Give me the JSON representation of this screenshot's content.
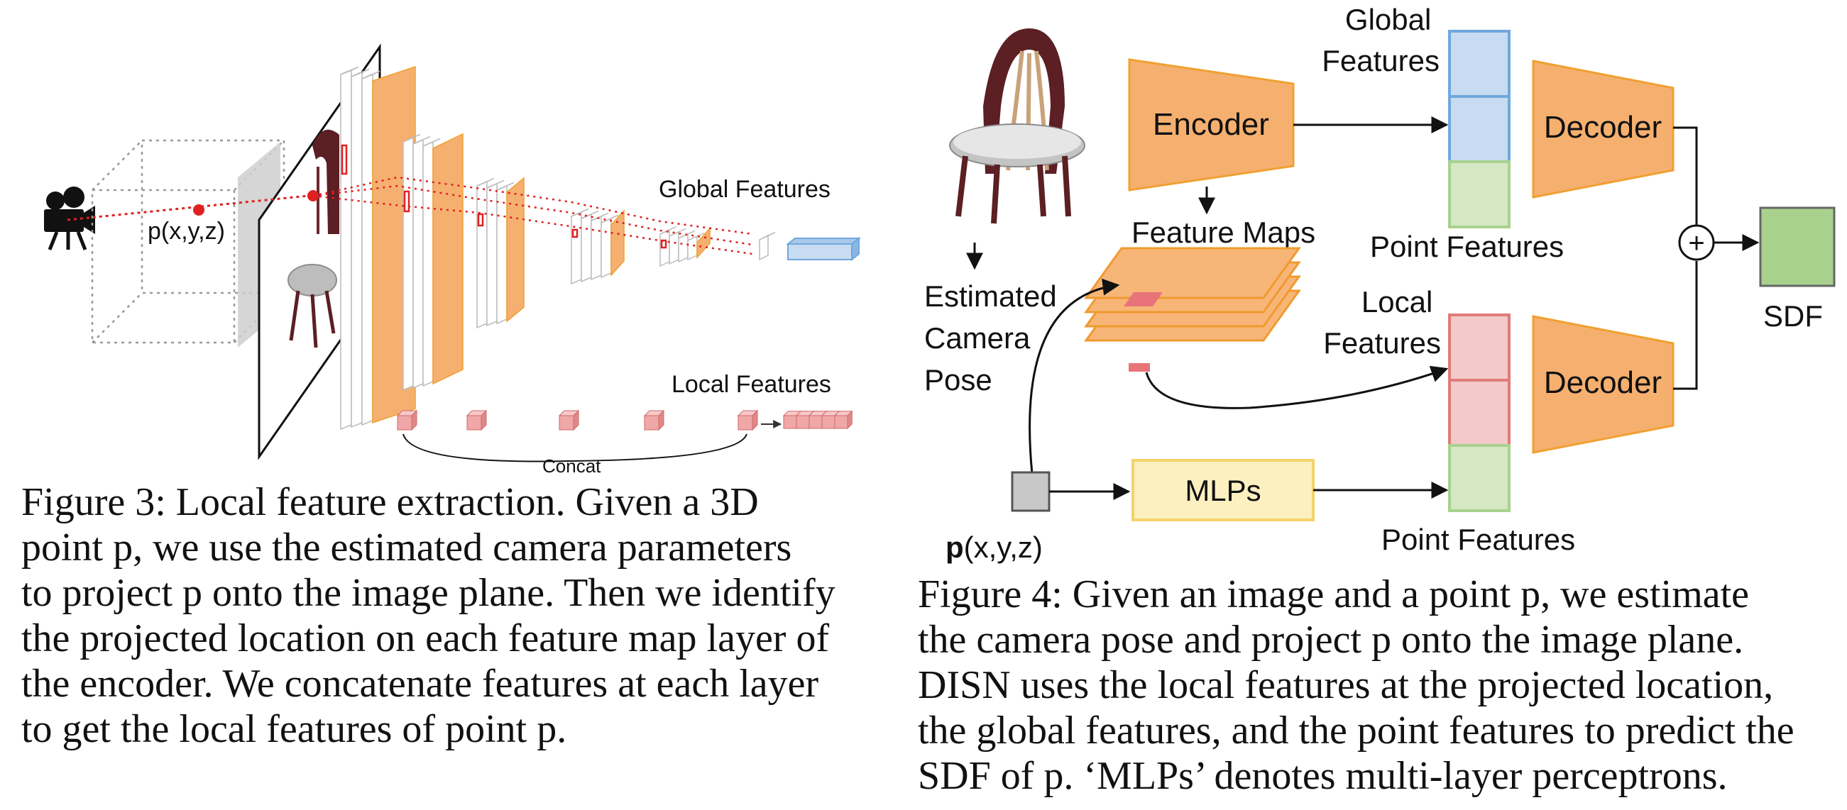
{
  "fig3": {
    "point_label": "p(x,y,z)",
    "global_label": "Global Features",
    "local_label": "Local Features",
    "concat_label": "Concat",
    "caption_lines": [
      "Figure 3: Local feature extraction. Given a 3D",
      "point p, we use the estimated camera parameters",
      "to project p onto the image plane. Then we identify",
      "the projected location on each feature map layer of",
      "the encoder. We concatenate features at each layer",
      "to get the local features of point p."
    ]
  },
  "fig4": {
    "estimated_label": [
      "Estimated",
      "Camera",
      "Pose"
    ],
    "encoder_label": "Encoder",
    "feature_maps_label": "Feature Maps",
    "global_label": [
      "Global",
      "Features"
    ],
    "local_label": [
      "Local",
      "Features"
    ],
    "point_features_top": "Point Features",
    "point_features_bottom": "Point Features",
    "decoder_top": "Decoder",
    "decoder_bottom": "Decoder",
    "sdf_label": "SDF",
    "mlps_label": "MLPs",
    "point_bold": "p",
    "point_coords": "(x,y,z)",
    "plus_symbol": "+",
    "caption_lines": [
      "Figure 4: Given an image and a point p, we estimate",
      "the camera pose and project p onto the image plane.",
      "DISN uses the local features at the projected location,",
      "the global features, and the point features to predict the",
      "SDF of p. ‘MLPs’ denotes multi-layer perceptrons."
    ]
  },
  "colors": {
    "orange": "#f5b070",
    "orange_stroke": "#f0a030",
    "blue": "#c7dcf1",
    "blue_stroke": "#6fa8dc",
    "green": "#d5e8c4",
    "green_stroke": "#9cc788",
    "pink": "#f4c9c9",
    "pink_stroke": "#e07b7b",
    "yellow": "#fdf0c0",
    "yellow_stroke": "#f5d36b",
    "sdf_fill": "#a9d18e",
    "red": "#e02020"
  }
}
